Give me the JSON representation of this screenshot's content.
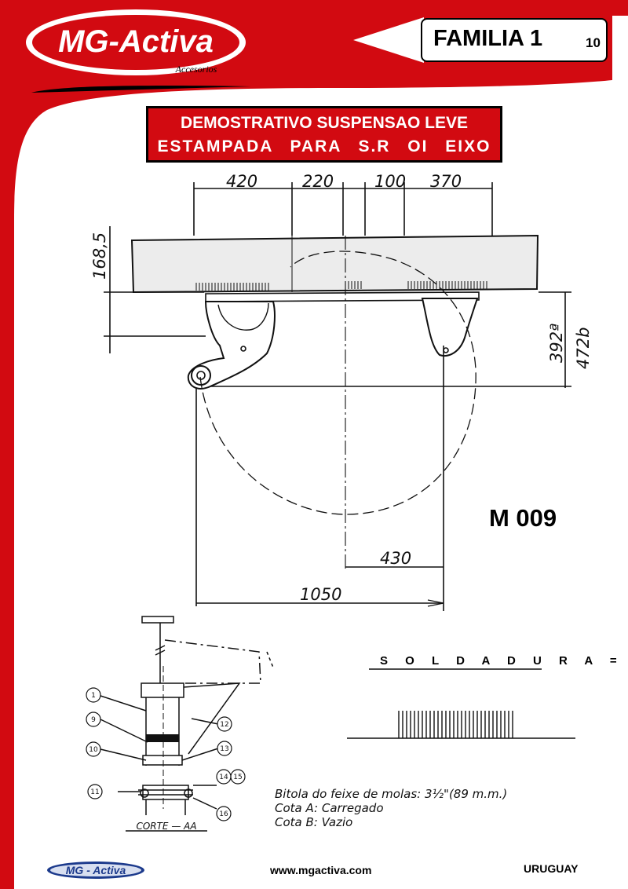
{
  "brand": {
    "logo_text": "MG-Activa",
    "logo_sub": "Accesorios",
    "footer_logo": "MG - Activa"
  },
  "header": {
    "familia_label": "FAMILIA 1",
    "familia_number": "10"
  },
  "title": {
    "line1": "DEMOSTRATIVO SUSPENSAO LEVE",
    "line2": "ESTAMPADA PARA S.R OI EIXO"
  },
  "model_code": "M 009",
  "dimensions": {
    "top_420": "420",
    "top_220": "220",
    "top_100": "100",
    "top_370": "370",
    "left_168": "168,5",
    "right_392": "392ª",
    "right_472": "472b",
    "bottom_430": "430",
    "bottom_1050": "1050"
  },
  "weld_label": "S O L D A D U R A =",
  "section_view": {
    "title": "CORTE — AA",
    "callouts": [
      "1",
      "9",
      "10",
      "11",
      "12",
      "13",
      "14",
      "15",
      "16"
    ]
  },
  "notes": {
    "line1": "Bitola do feixe de molas: 3½\"(89 m.m.)",
    "line2": "Cota A: Carregado",
    "line3": "Cota B: Vazio"
  },
  "footer": {
    "website": "www.mgactiva.com",
    "country": "URUGUAY"
  },
  "colors": {
    "brand_red": "#d20a11",
    "ink": "#000000",
    "footer_blue": "#1c3a8c"
  }
}
